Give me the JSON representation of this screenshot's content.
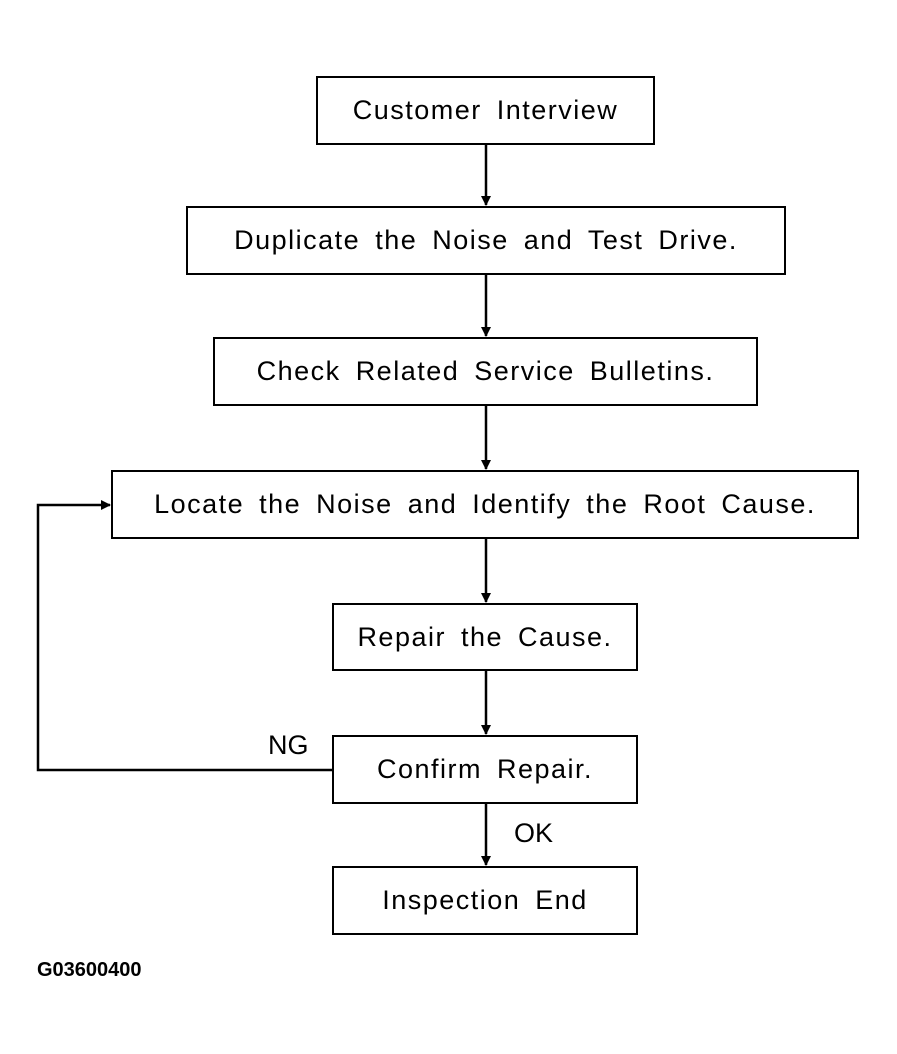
{
  "steps": [
    {
      "id": "customer-interview",
      "label": "Customer Interview"
    },
    {
      "id": "duplicate-noise",
      "label": "Duplicate the Noise and Test Drive."
    },
    {
      "id": "check-bulletins",
      "label": "Check Related Service Bulletins."
    },
    {
      "id": "locate-noise",
      "label": "Locate the Noise and Identify the Root Cause."
    },
    {
      "id": "repair-cause",
      "label": "Repair the Cause."
    },
    {
      "id": "confirm-repair",
      "label": "Confirm Repair."
    },
    {
      "id": "inspection-end",
      "label": "Inspection End"
    }
  ],
  "branches": {
    "ng": "NG",
    "ok": "OK"
  },
  "figure_code": "G03600400"
}
